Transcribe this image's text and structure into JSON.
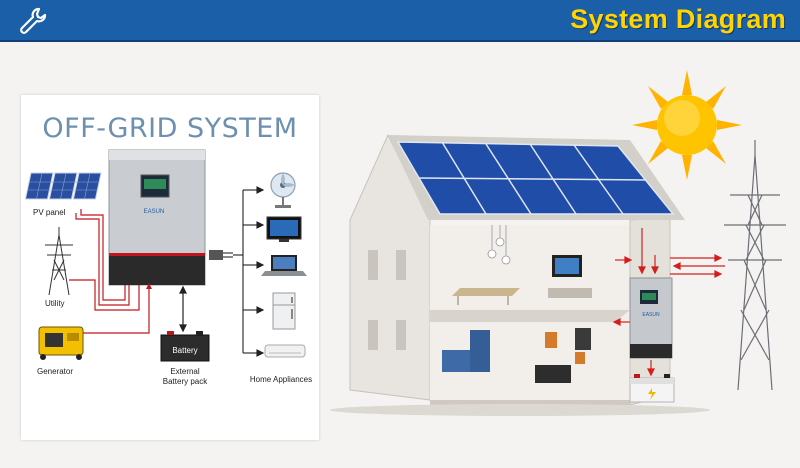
{
  "header": {
    "title": "System Diagram",
    "icon": "wrench-icon",
    "background_color": "#1a5fa8",
    "title_color": "#ffd400"
  },
  "offgrid_panel": {
    "title": "OFF-GRID SYSTEM",
    "inverter_brand": "EASUN",
    "labels": {
      "pv_panel": "PV panel",
      "utility": "Utility",
      "generator": "Generator",
      "battery": "Battery",
      "external_battery_pack_line1": "External",
      "external_battery_pack_line2": "Battery pack",
      "home_appliances": "Home Appliances"
    },
    "appliances": [
      "fan-icon",
      "tv-icon",
      "laptop-icon",
      "fridge-icon",
      "air-conditioner-icon"
    ]
  },
  "house_scene": {
    "inverter_brand": "EASUN"
  }
}
